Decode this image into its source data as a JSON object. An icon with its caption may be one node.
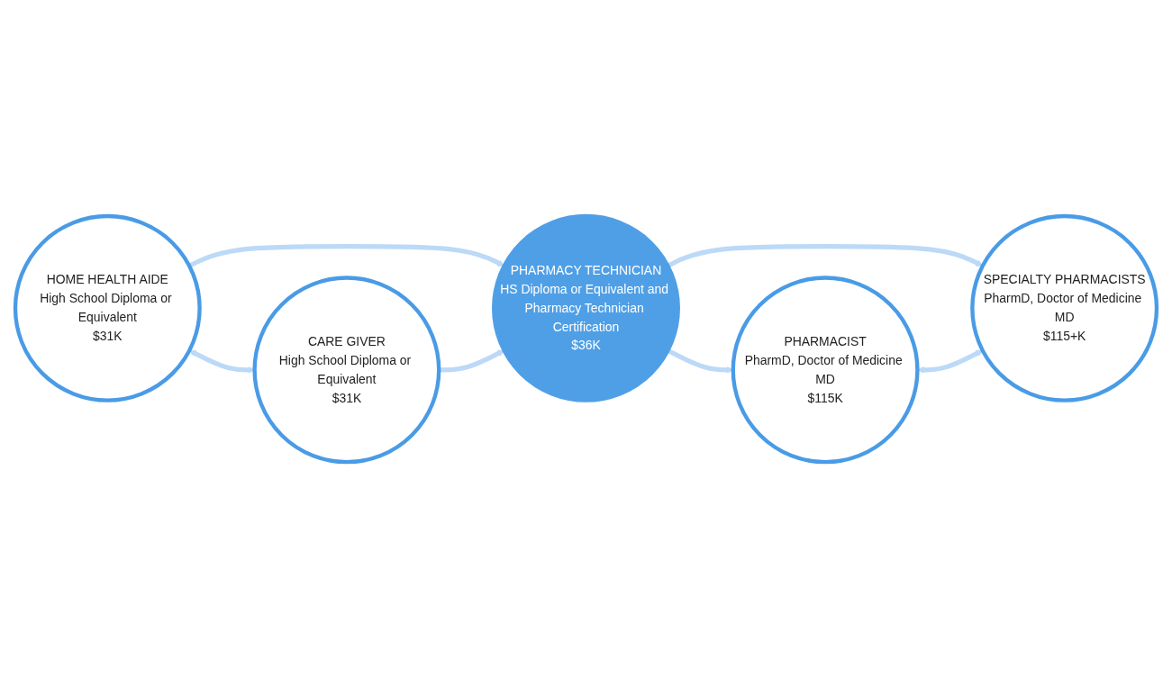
{
  "diagram": {
    "nodes": [
      {
        "text": [
          "HOME HEALTH AIDE",
          "High School Diploma or Equivalent",
          "$31K"
        ]
      },
      {
        "text": [
          "CARE GIVER",
          "High School Diploma or Equivalent",
          "$31K"
        ]
      },
      {
        "text": [
          "PHARMACY TECHNICIAN",
          "HS Diploma or Equivalent and Pharmacy Technician Certification",
          "$36K"
        ]
      },
      {
        "text": [
          "PHARMACIST",
          "PharmD, Doctor of Medicine MD",
          "$115K"
        ]
      },
      {
        "text": [
          "SPECIALTY PHARMACISTS",
          "PharmD, Doctor of Medicine MD",
          "$115+K"
        ]
      }
    ],
    "edges": [
      {
        "from": 0,
        "to": 1,
        "arrow": "both"
      },
      {
        "from": 0,
        "to": 2,
        "arrow": "to"
      },
      {
        "from": 1,
        "to": 2,
        "arrow": "to"
      },
      {
        "from": 2,
        "to": 3,
        "arrow": "to"
      },
      {
        "from": 2,
        "to": 4,
        "arrow": "to"
      },
      {
        "from": 3,
        "to": 4,
        "arrow": "both"
      }
    ]
  }
}
